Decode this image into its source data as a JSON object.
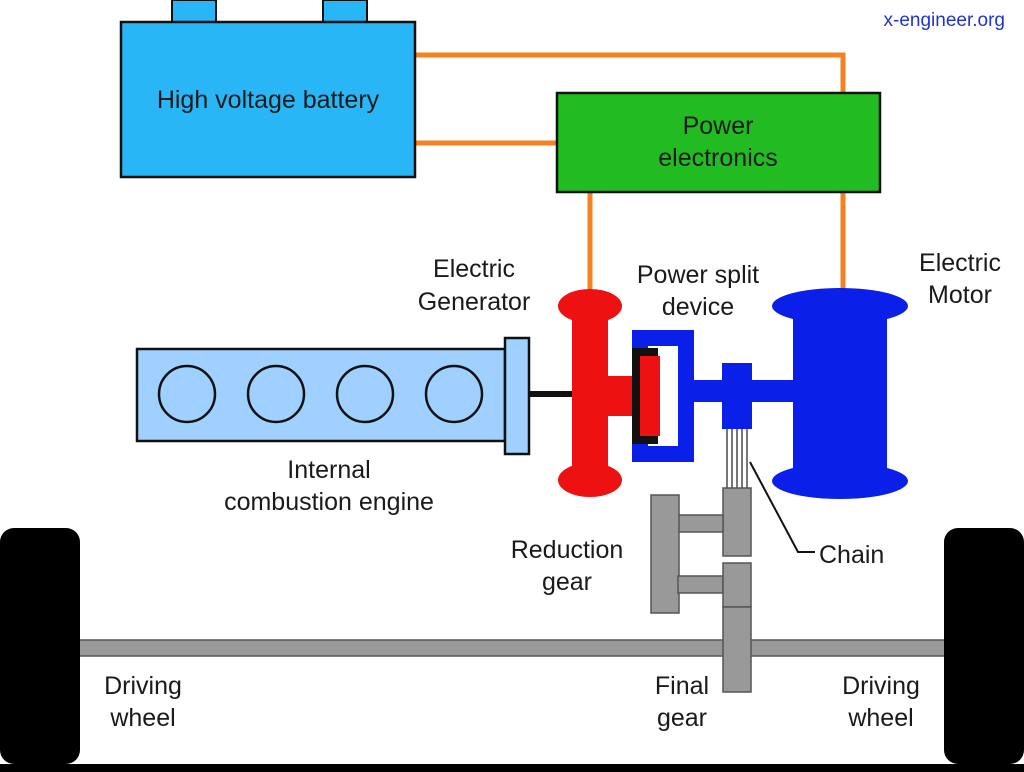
{
  "source_credit": "x-engineer.org",
  "components": {
    "battery": "High voltage battery",
    "power_electronics_line1": "Power",
    "power_electronics_line2": "electronics",
    "generator_line1": "Electric",
    "generator_line2": "Generator",
    "power_split_line1": "Power split",
    "power_split_line2": "device",
    "motor_line1": "Electric",
    "motor_line2": "Motor",
    "engine_line1": "Internal",
    "engine_line2": "combustion engine",
    "reduction_gear_line1": "Reduction",
    "reduction_gear_line2": "gear",
    "chain": "Chain",
    "final_gear_line1": "Final",
    "final_gear_line2": "gear",
    "left_wheel_line1": "Driving",
    "left_wheel_line2": "wheel",
    "right_wheel_line1": "Driving",
    "right_wheel_line2": "wheel"
  },
  "colors": {
    "battery": "#29b6f6",
    "power_electronics": "#22bb22",
    "wires": "#f58220",
    "generator": "#ee1111",
    "motor_and_split": "#0a1fe8",
    "engine": "#9fd0ff",
    "gears": "#999999",
    "wheels": "#000000",
    "credit_text": "#1f35c8"
  }
}
